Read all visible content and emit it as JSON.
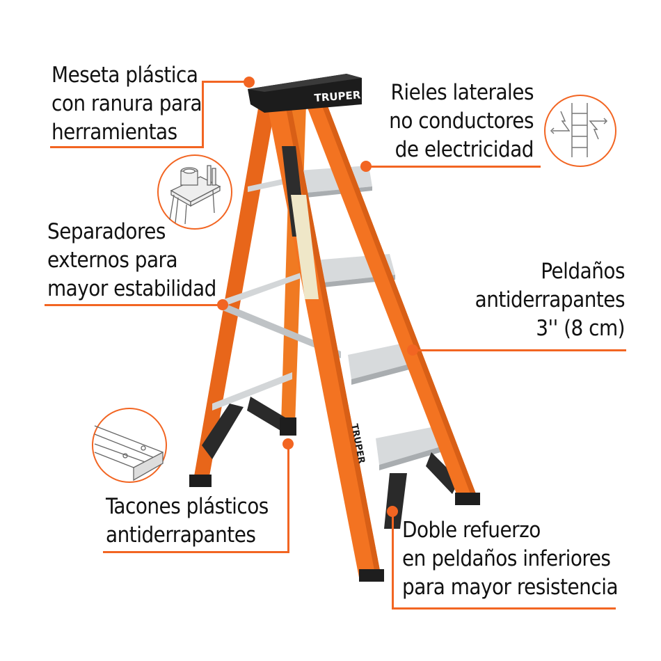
{
  "brand": {
    "name": "TRUPER",
    "accent_color": "#f26522",
    "ladder_color": "#f37321",
    "step_color": "#c9ccce"
  },
  "callouts": {
    "top_cap": {
      "lines": [
        "Meseta plástica",
        "con ranura para",
        "herramientas"
      ],
      "icon": "tool-tray-icon"
    },
    "side_rails": {
      "lines": [
        "Rieles laterales",
        "no conductores",
        "de electricidad"
      ],
      "icon": "non-conductive-ladder-icon"
    },
    "spreaders": {
      "lines": [
        "Separadores",
        "externos para",
        "mayor estabilidad"
      ]
    },
    "steps": {
      "lines": [
        "Peldaños",
        "antiderrapantes",
        "3'' (8 cm)"
      ]
    },
    "feet": {
      "lines": [
        "Tacones plásticos",
        "antiderrapantes"
      ],
      "icon": "anti-slip-step-icon"
    },
    "reinforcement": {
      "lines": [
        "Doble refuerzo",
        "en peldaños inferiores",
        "para mayor resistencia"
      ]
    }
  }
}
